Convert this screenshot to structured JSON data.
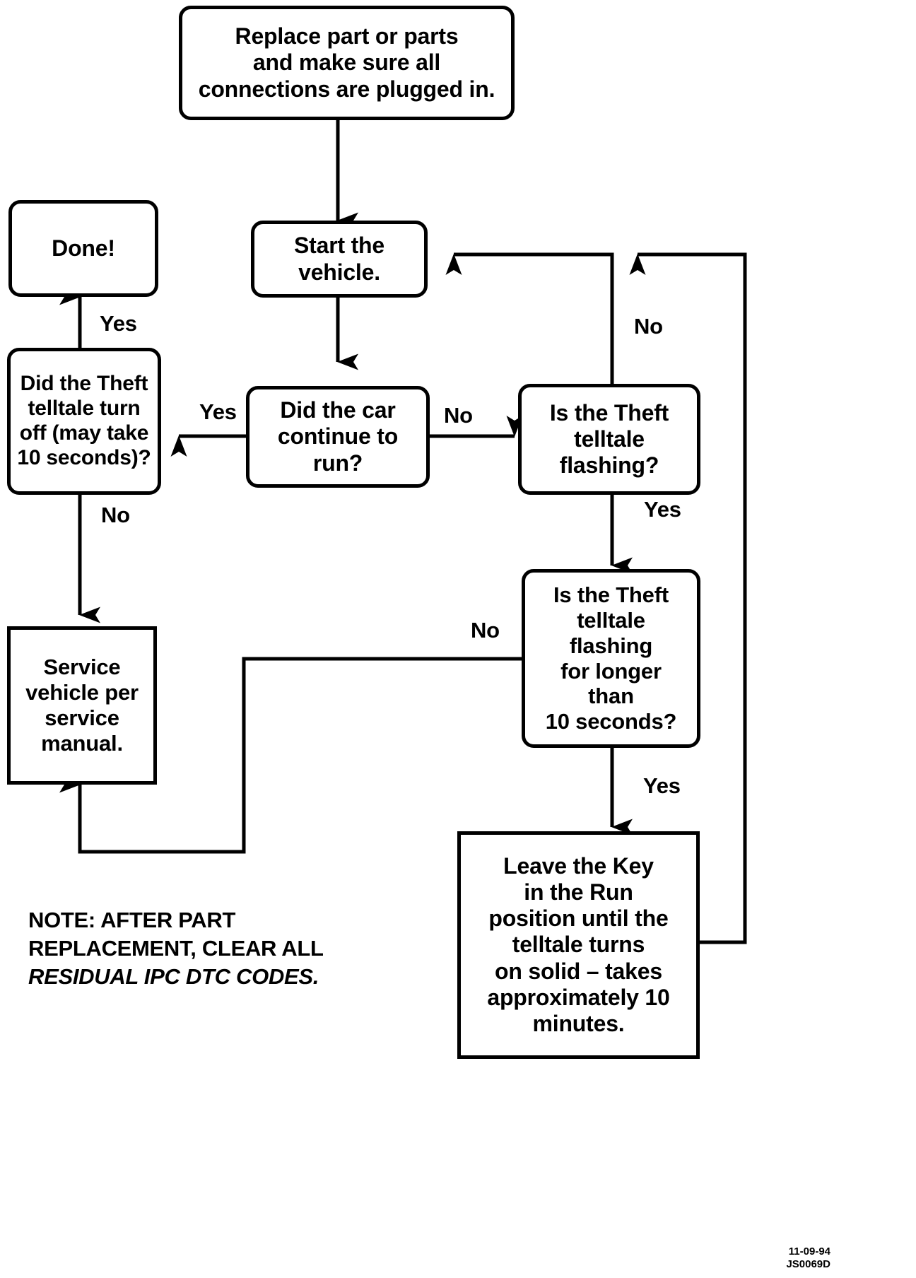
{
  "diagram": {
    "title": "Theft telltale diagnostic flowchart",
    "stroke_color": "#000000",
    "background_color": "#ffffff",
    "nodes": [
      {
        "id": "replace",
        "label": "Replace part or parts\nand make sure all\nconnections are plugged in.",
        "shape": "rounded-rect"
      },
      {
        "id": "done",
        "label": "Done!",
        "shape": "rounded-rect"
      },
      {
        "id": "start",
        "label": "Start the\nvehicle.",
        "shape": "rounded-rect"
      },
      {
        "id": "turnoff",
        "label": "Did the Theft\ntelltale turn\noff (may take\n10 seconds)?",
        "shape": "rounded-rect"
      },
      {
        "id": "continue",
        "label": "Did the car\ncontinue to\nrun?",
        "shape": "rounded-rect"
      },
      {
        "id": "flashing",
        "label": "Is the Theft\ntelltale\nflashing?",
        "shape": "rounded-rect"
      },
      {
        "id": "flashlonger",
        "label": "Is the Theft\ntelltale\nflashing\nfor longer\nthan\n10 seconds?",
        "shape": "rounded-rect"
      },
      {
        "id": "service",
        "label": "Service\nvehicle per\nservice\nmanual.",
        "shape": "rect"
      },
      {
        "id": "leavekey",
        "label": "Leave the Key\nin the Run\nposition until the\ntelltale turns\non solid –  takes\napproximately 10\nminutes.",
        "shape": "rect"
      }
    ],
    "edge_labels": [
      {
        "id": "yes-done",
        "text": "Yes"
      },
      {
        "id": "yes-turnoff",
        "text": "Yes"
      },
      {
        "id": "no-service",
        "text": "No"
      },
      {
        "id": "no-flashing",
        "text": "No"
      },
      {
        "id": "no-start-loop",
        "text": "No"
      },
      {
        "id": "yes-flashlonger",
        "text": "Yes"
      },
      {
        "id": "no-flashlonger",
        "text": "No"
      },
      {
        "id": "yes-leavekey",
        "text": "Yes"
      }
    ],
    "note": {
      "line1": "NOTE: AFTER PART",
      "line2": "REPLACEMENT, CLEAR ALL",
      "line3": "RESIDUAL IPC DTC CODES."
    },
    "figure_code": "11-09-94\nJS0069D"
  }
}
